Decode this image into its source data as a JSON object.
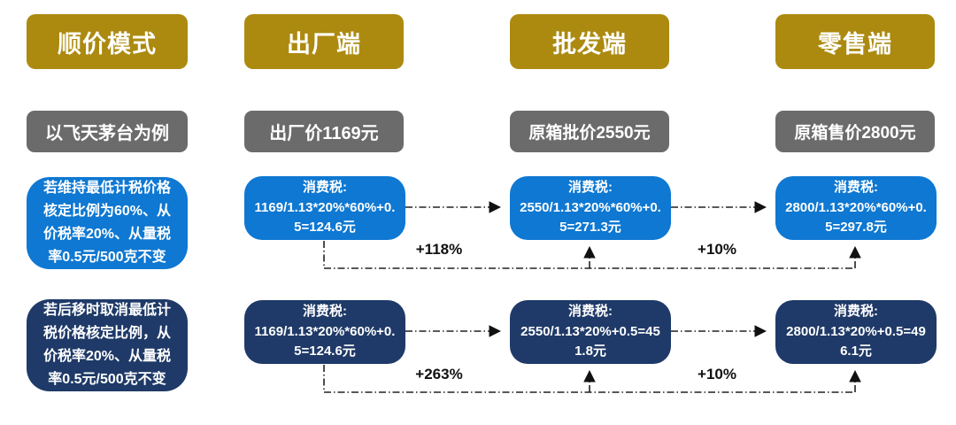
{
  "left_panel": {
    "title": "顺价模式",
    "subtitle": "以飞天茅台为例",
    "scenario1_text": "若维持最低计税价格核定比例为60%、从价税率20%、从量税率0.5元/500克不变",
    "scenario2_text": "若后移时取消最低计税价格核定比例，从价税率20%、从量税率0.5元/500克不变"
  },
  "columns": [
    {
      "id": "factory",
      "header": "出厂端",
      "price_label": "出厂价1169元",
      "scenario1_calc": {
        "title": "消费税:",
        "formula": "1169/1.13*20%*60%+0.5=124.6元"
      },
      "scenario2_calc": {
        "title": "消费税:",
        "formula": "1169/1.13*20%*60%+0.5=124.6元"
      }
    },
    {
      "id": "wholesale",
      "header": "批发端",
      "price_label": "原箱批价2550元",
      "scenario1_calc": {
        "title": "消费税:",
        "formula": "2550/1.13*20%*60%+0.5=271.3元"
      },
      "scenario2_calc": {
        "title": "消费税:",
        "formula": "2550/1.13*20%+0.5=451.8元"
      }
    },
    {
      "id": "retail",
      "header": "零售端",
      "price_label": "原箱售价2800元",
      "scenario1_calc": {
        "title": "消费税:",
        "formula": "2800/1.13*20%*60%+0.5=297.8元"
      },
      "scenario2_calc": {
        "title": "消费税:",
        "formula": "2800/1.13*20%+0.5=496.1元"
      }
    }
  ],
  "growth": {
    "scenario1": {
      "factory_to_wholesale": "+118%",
      "wholesale_to_retail": "+10%"
    },
    "scenario2": {
      "factory_to_wholesale": "+263%",
      "wholesale_to_retail": "+10%"
    }
  },
  "colors": {
    "gold": "#AC8A10",
    "gray": "#6B6B6B",
    "light_blue": "#0E78D2",
    "navy": "#1F3A68",
    "line": "#222222"
  }
}
